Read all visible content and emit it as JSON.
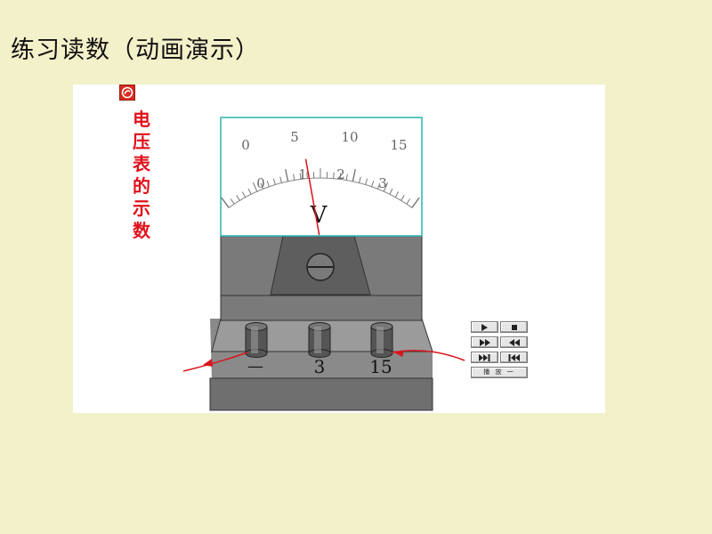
{
  "slide": {
    "title": "练习读数（动画演示）"
  },
  "side_label": [
    "电",
    "压",
    "表",
    "的",
    "示",
    "数"
  ],
  "meter": {
    "unit": "V",
    "upper_scale": [
      "0",
      "5",
      "10",
      "15"
    ],
    "lower_scale": [
      "0",
      "1",
      "2",
      "3"
    ],
    "terminals": [
      "—",
      "3",
      "15"
    ],
    "needle_reading_upper": 6.5
  },
  "controls": {
    "play_icon": "play-icon",
    "stop_icon": "stop-icon",
    "fast_forward_icon": "fast-forward-icon",
    "rewind_icon": "rewind-icon",
    "next_icon": "skip-end-icon",
    "prev_icon": "skip-start-icon",
    "mode_label": "播 放 一"
  },
  "colors": {
    "background": "#f3f1c9",
    "accent_red": "#e0111b",
    "meter_face_border": "#2bb3b3",
    "meter_body": "#7d7d7d"
  }
}
